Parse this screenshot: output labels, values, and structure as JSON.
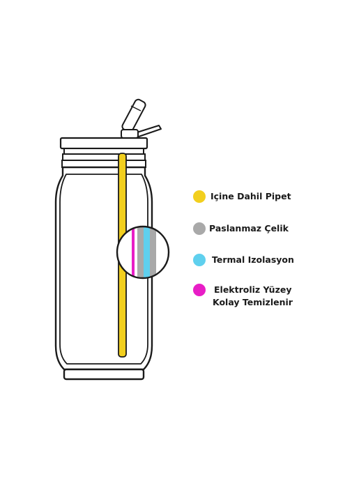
{
  "colors": {
    "outline": "#1a1a1a",
    "straw": "#f2cf1e",
    "steel": "#a9a9a9",
    "insulation": "#5fd0ee",
    "electro": "#e81ec6",
    "background": "#ffffff"
  },
  "legend": [
    {
      "key": "straw",
      "color": "#f2cf1e",
      "lines": [
        "Içine Dahil Pipet"
      ]
    },
    {
      "key": "steel",
      "color": "#a9a9a9",
      "lines": [
        "Paslanmaz Çelik"
      ]
    },
    {
      "key": "insulation",
      "color": "#5fd0ee",
      "lines": [
        "Termal Izolasyon"
      ]
    },
    {
      "key": "electro",
      "color": "#e81ec6",
      "lines": [
        "Elektroliz Yüzey",
        "Kolay Temizlenir"
      ]
    }
  ]
}
